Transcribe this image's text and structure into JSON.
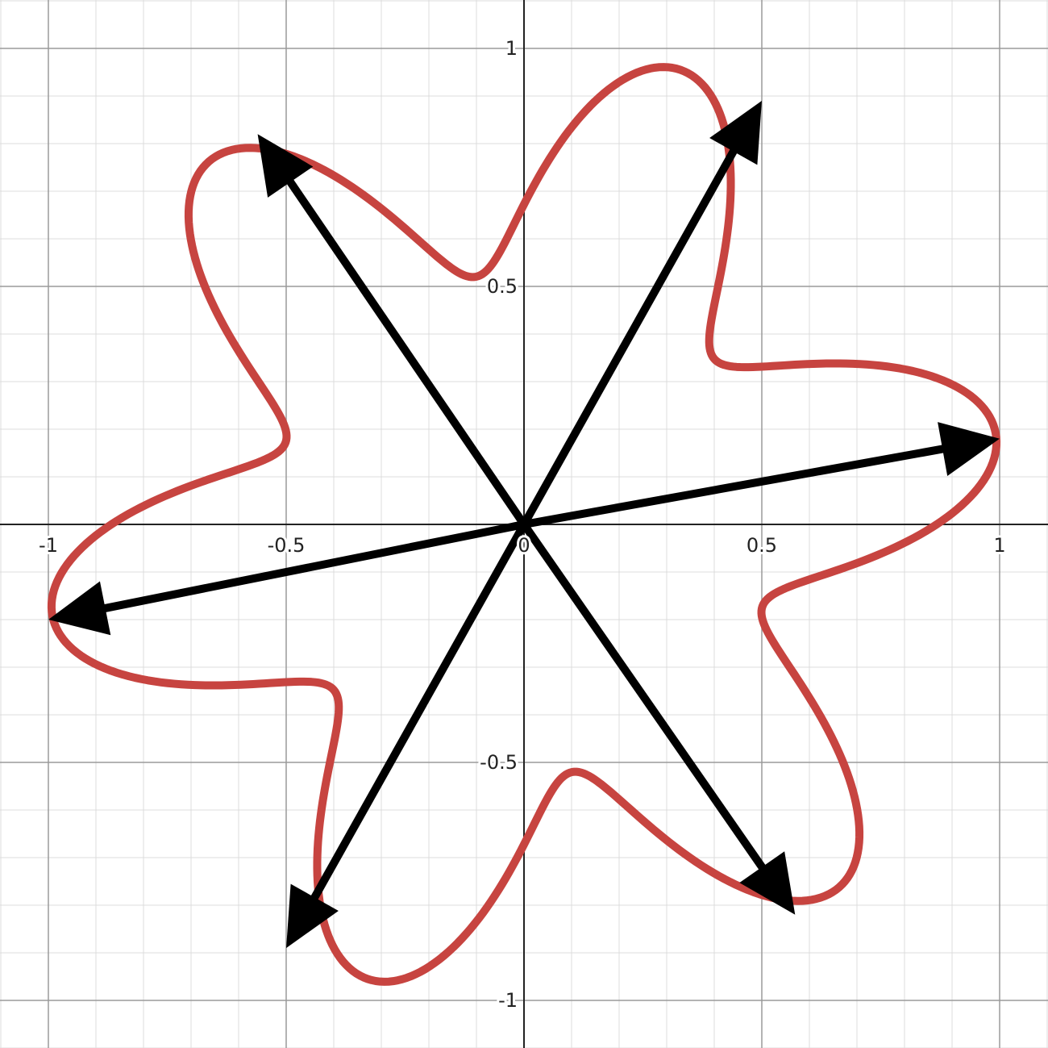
{
  "chart_data": {
    "type": "line",
    "title": "",
    "xlabel": "",
    "ylabel": "",
    "xlim": [
      -1.1017,
      1.1017
    ],
    "ylim": [
      -1.1,
      1.1017
    ],
    "grid": true,
    "x_ticks": [
      {
        "value": -1,
        "label": "-1"
      },
      {
        "value": -0.5,
        "label": "-0.5"
      },
      {
        "value": 0,
        "label": "0"
      },
      {
        "value": 0.5,
        "label": "0.5"
      },
      {
        "value": 1,
        "label": "1"
      }
    ],
    "y_ticks": [
      {
        "value": 1,
        "label": "1"
      },
      {
        "value": 0.5,
        "label": "0.5"
      },
      {
        "value": -0.5,
        "label": "-0.5"
      },
      {
        "value": -1,
        "label": "-1"
      }
    ],
    "minor_step": 0.1,
    "curve": {
      "color": "#c74440",
      "r_base": 0.77,
      "r_amplitude": 0.24,
      "lobes": 6,
      "phase_deg": 11
    },
    "vectors": {
      "color": "#000000",
      "tips": [
        {
          "x": 1.0,
          "y": 0.18
        },
        {
          "x": 0.5,
          "y": 0.89
        },
        {
          "x": -0.56,
          "y": 0.82
        },
        {
          "x": -1.0,
          "y": -0.2
        },
        {
          "x": -0.5,
          "y": -0.89
        },
        {
          "x": 0.57,
          "y": -0.82
        }
      ]
    }
  }
}
